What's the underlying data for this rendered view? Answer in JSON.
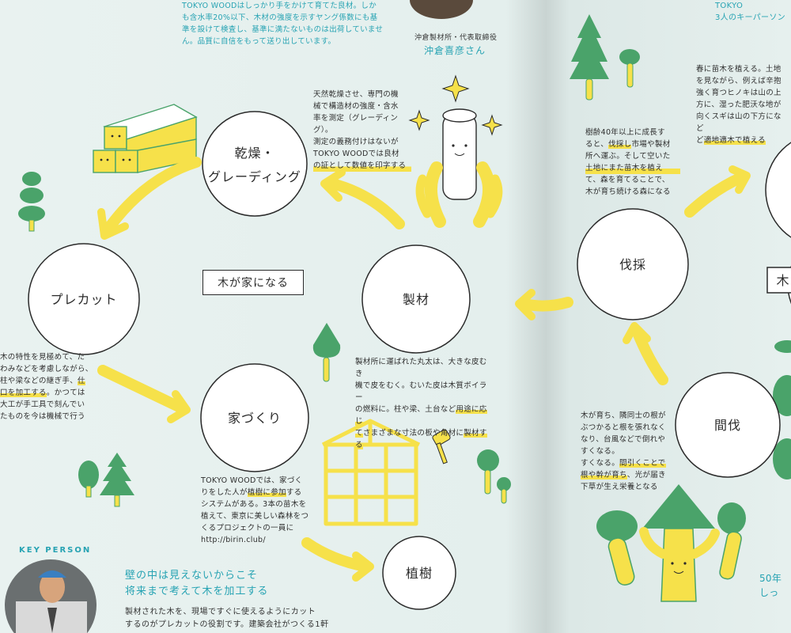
{
  "circles": {
    "drying_line1": "乾燥・",
    "drying_line2": "グレーディング",
    "precut": "プレカット",
    "sawmill": "製材",
    "housebuilding": "家づくり",
    "planting": "植樹",
    "felling": "伐採",
    "thinning": "間伐",
    "right_edge_box": "木"
  },
  "texts": {
    "top_intro": [
      "TOKYO WOODはしっかり手をかけて育てた良材。しか",
      "も含水率20%以下、木材の強度を示すヤング係数にも基",
      "準を設けて検査し、基準に満たないものは出荷していませ",
      "ん。品質に自信をもって送り出しています。"
    ],
    "person_caption": "沖倉製材所・代表取締役",
    "person_name": "沖倉喜彦さん",
    "drying": [
      "天然乾燥させ、専門の機",
      "械で構造材の強度・含水",
      "率を測定（グレーディング）。",
      "測定の義務付けはないが",
      "TOKYO WOODでは良材",
      "",
      "の証として数値を印字する"
    ],
    "title_box": "木が家になる",
    "precut": [
      "木の特性を見極めて、た",
      "わみなどを考慮しながら、",
      "柱や梁などの継ぎ手、",
      "",
      "大工が手工具で刻んでい",
      "たものを今は機械で行う"
    ],
    "sawmill": [
      "製材所に運ばれた丸太は、大きな皮むき",
      "機で皮をむく。むいた皮は木質ボイラー",
      "の燃料に。柱や梁、土台など",
      "てさまざまな寸法の板や角材に製材する"
    ],
    "housebuilding": [
      "TOKYO WOODでは、家づく",
      "りをした人が植樹に参加する",
      "システムがある。3本の苗木を",
      "植えて、東京に美しい森林をつ",
      "くるプロジェクトの一員に",
      "http://birin.club/"
    ],
    "felling": [
      "樹齢40年以上に成長す",
      "ると、伐採し市場や製材",
      "所へ運ぶ。そして空いた",
      "土地にまた苗木を植え",
      "て、森を育てることで、",
      "木が育ち続ける森になる"
    ],
    "right_top": [
      "春に苗木を植える。土地",
      "を見ながら、例えば辛抱",
      "強く育つヒノキは山の上",
      "方に、湿った肥沃な地が",
      "向くスギは山の下方にな",
      "ど",
      "適地適木で植える"
    ],
    "thinning": [
      "木が育ち、隣同士の根が",
      "ぶつかると根を張れなく",
      "なり、台風などで倒れや",
      "すくなる。",
      "間引くことで",
      "根や幹が育ち",
      "下草が生え栄養となる"
    ],
    "top_right": [
      "TOKYO",
      "3人のキーパーソン"
    ],
    "bottom_right": [
      "50年",
      "しっ"
    ],
    "key_person": "KEY PERSON",
    "headline": [
      "壁の中は見えないからこそ",
      "将来まで考えて木を加工する"
    ],
    "body": [
      "製材された木を、現場ですぐに使えるようにカット",
      "するのがプレカットの役割です。建築会社がつくる1軒1"
    ]
  }
}
